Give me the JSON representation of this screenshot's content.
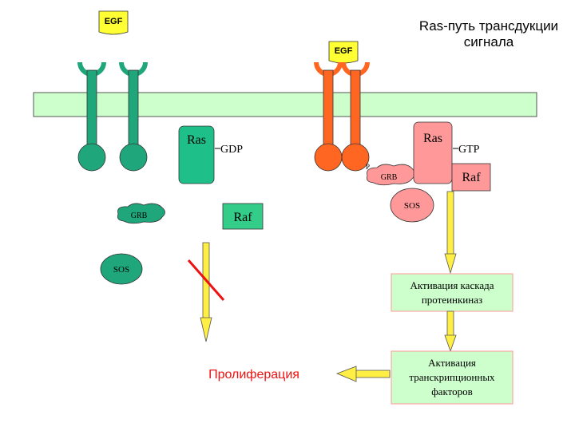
{
  "title": {
    "line1": "Ras-путь трансдукции",
    "line2": "сигнала"
  },
  "labels": {
    "egf": "EGF",
    "ras": "Ras",
    "gdp": "GDP",
    "gtp": "GTP",
    "raf": "Raf",
    "grb": "GRB",
    "sos": "SOS",
    "activation_cascade_line1": "Активация каскада",
    "activation_cascade_line2": "протеинкиназ",
    "activation_tf_line1": "Активация",
    "activation_tf_line2": "транскрипционных",
    "activation_tf_line3": "факторов",
    "proliferation": "Пролиферация"
  },
  "colors": {
    "membrane": "#ccffcc",
    "inactive_receptor": "#1fa67a",
    "active_receptor": "#ff6622",
    "ras_inactive": "#1fbf8a",
    "ras_active": "#ff9999",
    "raf": "#33cc88",
    "grb": "#ff9999",
    "egf": "#ffff33",
    "arrow": "#ffee44",
    "block": "#ee1111",
    "proliferation_text": "#ee1111"
  }
}
